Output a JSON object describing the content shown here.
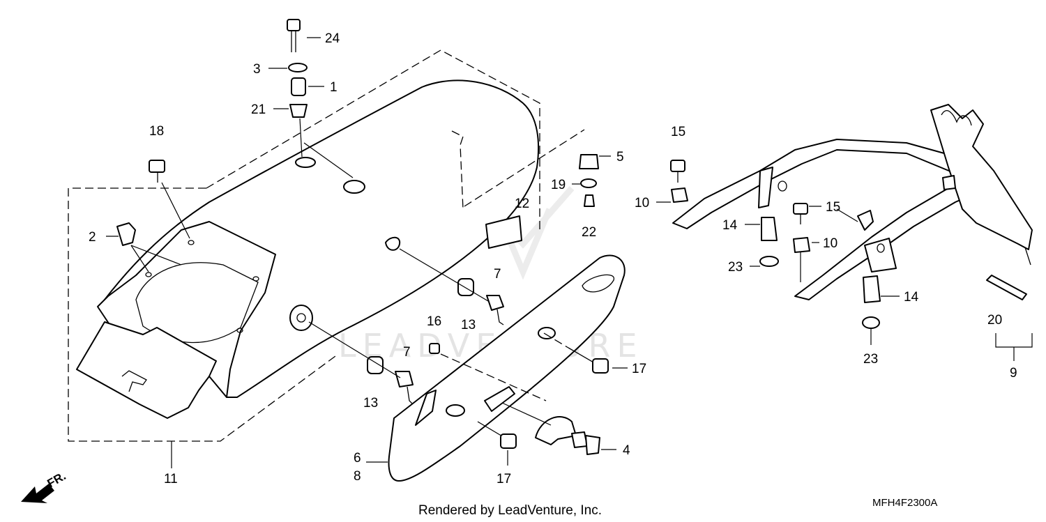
{
  "callouts": [
    {
      "id": "c24",
      "label": "24"
    },
    {
      "id": "c3",
      "label": "3"
    },
    {
      "id": "c1",
      "label": "1"
    },
    {
      "id": "c21",
      "label": "21"
    },
    {
      "id": "c18",
      "label": "18"
    },
    {
      "id": "c2",
      "label": "2"
    },
    {
      "id": "c11",
      "label": "11"
    },
    {
      "id": "c5",
      "label": "5"
    },
    {
      "id": "c19",
      "label": "19"
    },
    {
      "id": "c22",
      "label": "22"
    },
    {
      "id": "c12",
      "label": "12"
    },
    {
      "id": "c7a",
      "label": "7"
    },
    {
      "id": "c13a",
      "label": "13"
    },
    {
      "id": "c16",
      "label": "16"
    },
    {
      "id": "c7b",
      "label": "7"
    },
    {
      "id": "c13b",
      "label": "13"
    },
    {
      "id": "c17a",
      "label": "17"
    },
    {
      "id": "c4",
      "label": "4"
    },
    {
      "id": "c17b",
      "label": "17"
    },
    {
      "id": "c6",
      "label": "6"
    },
    {
      "id": "c8",
      "label": "8"
    },
    {
      "id": "c15a",
      "label": "15"
    },
    {
      "id": "c10a",
      "label": "10"
    },
    {
      "id": "c15b",
      "label": "15"
    },
    {
      "id": "c14a",
      "label": "14"
    },
    {
      "id": "c10b",
      "label": "10"
    },
    {
      "id": "c23a",
      "label": "23"
    },
    {
      "id": "c14b",
      "label": "14"
    },
    {
      "id": "c23b",
      "label": "23"
    },
    {
      "id": "c20",
      "label": "20"
    },
    {
      "id": "c9",
      "label": "9"
    }
  ],
  "footer": {
    "rendered_by": "Rendered by LeadVenture, Inc.",
    "diagram_code": "MFH4F2300A",
    "direction_label": "FR.",
    "watermark": "LEADVENTURE"
  }
}
